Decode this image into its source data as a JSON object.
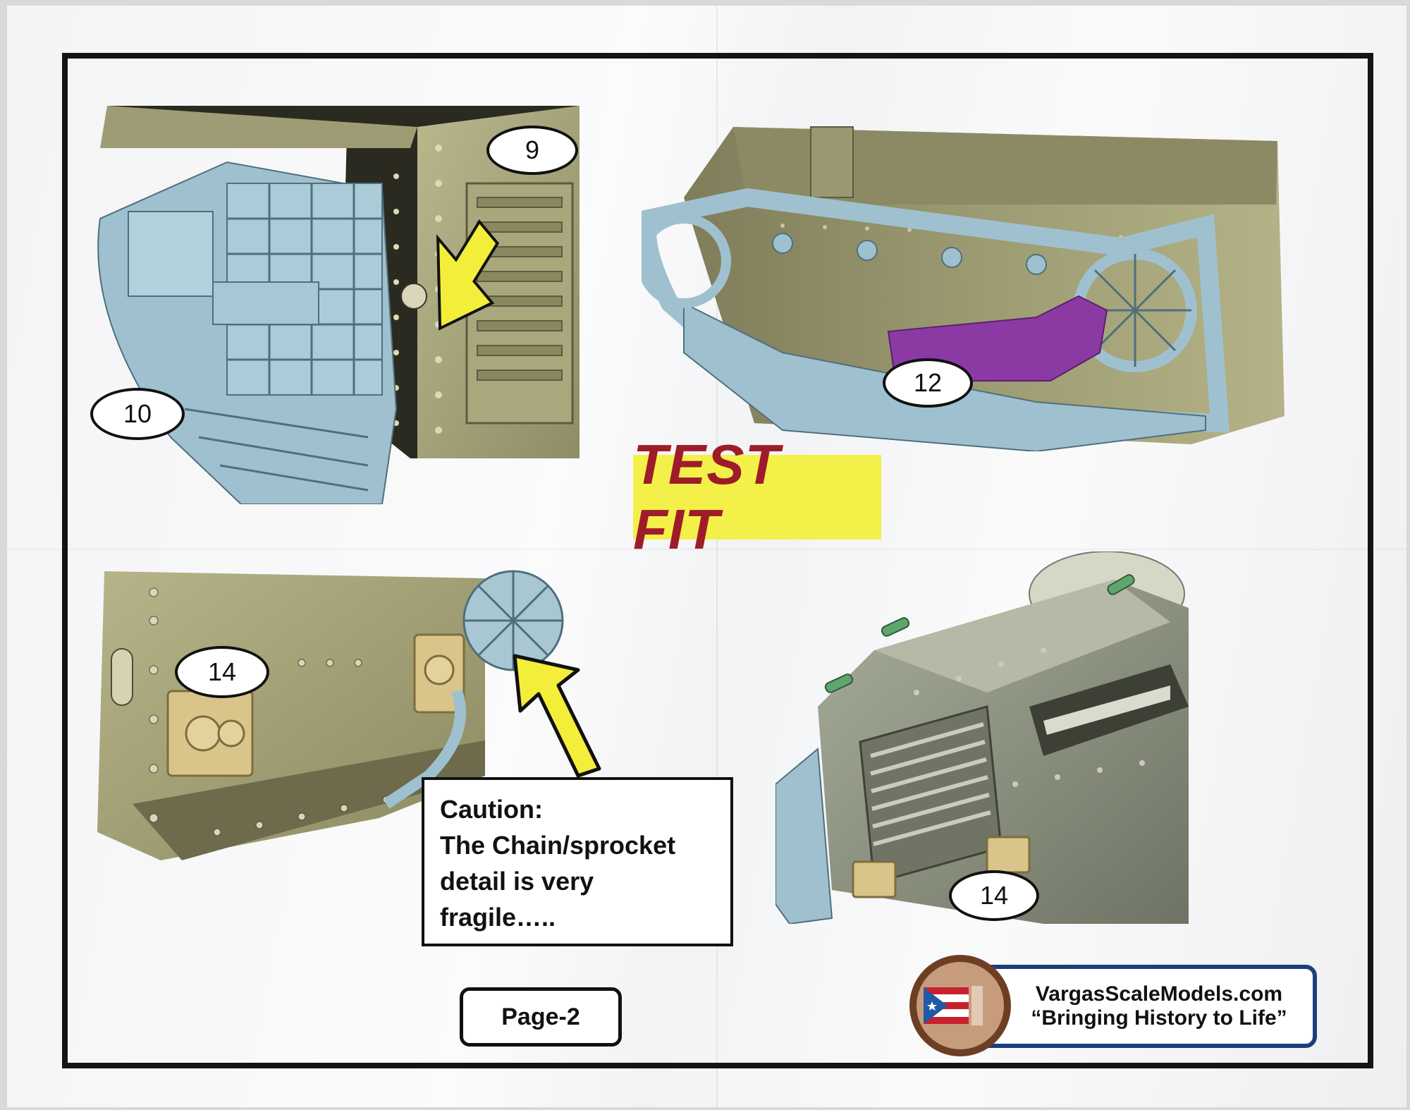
{
  "page_heading": "TEST FIT",
  "callouts": {
    "step_9": "9",
    "step_10": "10",
    "step_12": "12",
    "step_14_left": "14",
    "step_14_right": "14"
  },
  "caution": {
    "line1": "Caution:",
    "line2": "The Chain/sprocket",
    "line3": "detail is very",
    "line4": "fragile….."
  },
  "page_label": "Page-2",
  "branding": {
    "website": "VargasScaleModels.com",
    "tagline": "“Bringing History to Life”"
  },
  "colors": {
    "hull_olive": "#a9a77c",
    "track_blue": "#9fc1cf",
    "highlight_purple": "#8b3aa3",
    "part_tan": "#d9c48a",
    "arrow_yellow": "#f2ee3a",
    "test_fit_bg": "#f3f04a",
    "test_fit_text": "#9e1c2a",
    "brand_border": "#1b3f7a"
  }
}
